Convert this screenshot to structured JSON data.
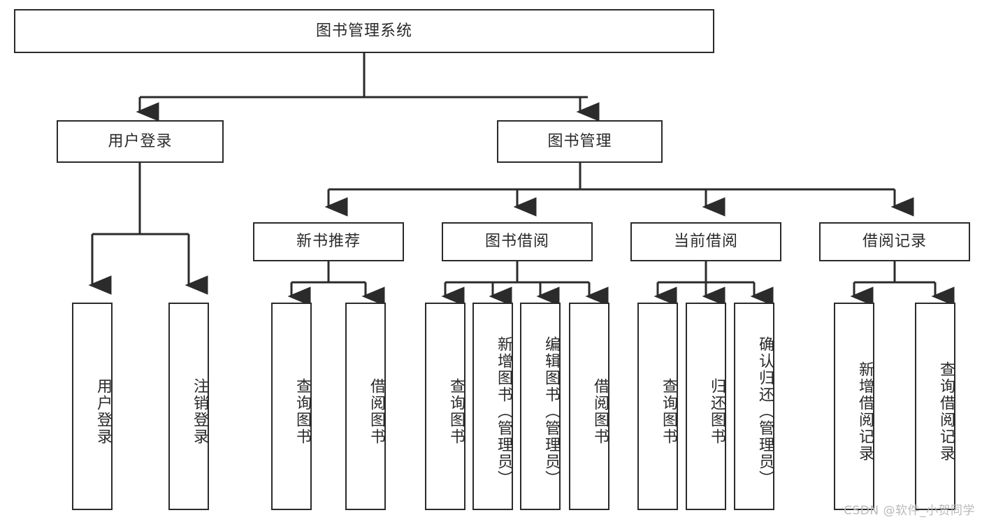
{
  "diagram": {
    "title": "图书管理系统",
    "type": "hierarchy-tree",
    "colors": {
      "box_border": "#2b2b2b",
      "box_fill": "#ffffff",
      "connector": "#2b2b2b",
      "text": "#2a2a2a",
      "watermark": "#b9b9b9",
      "background": "#ffffff"
    },
    "root": {
      "id": "root",
      "label": "图书管理系统"
    },
    "level2": [
      {
        "id": "user-login",
        "label": "用户登录"
      },
      {
        "id": "book-manage",
        "label": "图书管理"
      }
    ],
    "level3": [
      {
        "id": "new-book-rec",
        "label": "新书推荐",
        "parent": "book-manage"
      },
      {
        "id": "book-borrow",
        "label": "图书借阅",
        "parent": "book-manage"
      },
      {
        "id": "current-borrow",
        "label": "当前借阅",
        "parent": "book-manage"
      },
      {
        "id": "borrow-record",
        "label": "借阅记录",
        "parent": "book-manage"
      }
    ],
    "leaves": [
      {
        "id": "leaf-user-login",
        "label": "用户登录",
        "parent": "user-login"
      },
      {
        "id": "leaf-user-logout",
        "label": "注销登录",
        "parent": "user-login"
      },
      {
        "id": "leaf-rec-query-book",
        "label": "查询图书",
        "parent": "new-book-rec"
      },
      {
        "id": "leaf-rec-borrow-book",
        "label": "借阅图书",
        "parent": "new-book-rec"
      },
      {
        "id": "leaf-bb-query-book",
        "label": "查询图书",
        "parent": "book-borrow"
      },
      {
        "id": "leaf-bb-add-book",
        "label": "新增图书（管理员）",
        "parent": "book-borrow"
      },
      {
        "id": "leaf-bb-edit-book",
        "label": "编辑图书（管理员）",
        "parent": "book-borrow"
      },
      {
        "id": "leaf-bb-borrow-book",
        "label": "借阅图书",
        "parent": "book-borrow"
      },
      {
        "id": "leaf-cb-query-book",
        "label": "查询图书",
        "parent": "current-borrow"
      },
      {
        "id": "leaf-cb-return-book",
        "label": "归还图书",
        "parent": "current-borrow"
      },
      {
        "id": "leaf-cb-confirm-return",
        "label": "确认归还（管理员）",
        "parent": "current-borrow"
      },
      {
        "id": "leaf-br-add-record",
        "label": "新增借阅记录",
        "parent": "borrow-record"
      },
      {
        "id": "leaf-br-query-record",
        "label": "查询借阅记录",
        "parent": "borrow-record"
      }
    ]
  },
  "watermark": {
    "text": "CSDN @软件_小贺同学"
  }
}
